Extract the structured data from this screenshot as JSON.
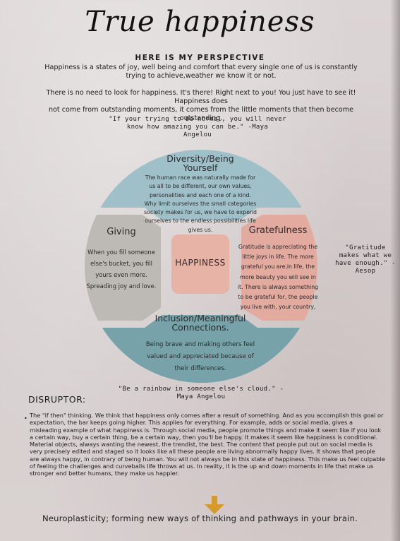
{
  "title": "True happiness",
  "subtitle": "HERE IS MY PERSPECTIVE",
  "intro": [
    "Happiness is a states of joy, well being and comfort that every single one of us is constantly",
    "trying to achieve,weather we know it or not."
  ],
  "paragraph2": [
    "There is no need to look for happiness. It's there! Right next to you! You just have to see it! Happiness does",
    "not come from outstanding moments, it comes from the little moments that then become outstanding."
  ],
  "quotes": {
    "top": [
      "\"If your trying to be normal, you will never",
      "know how amazing you can be.\" -Maya",
      "Angelou"
    ],
    "right": [
      "\"Gratitude",
      "makes what we",
      "have enough.\" -",
      "Aesop"
    ],
    "bottom": [
      "\"Be a rainbow in someone else's cloud.\" -",
      "Maya Angelou"
    ]
  },
  "diagram": {
    "center": "HAPPINESS",
    "top": {
      "title": [
        "Diversity/Being",
        "Yourself"
      ],
      "body": [
        "The human race was naturally made for",
        "us all to be different, our own values,",
        "personalities and each one of a kind.",
        "Why limit ourselves the small categories",
        "society makes for us, we have to expend",
        "ourselves to the endless possibilities life",
        "gives us."
      ]
    },
    "left": {
      "title": "Giving",
      "body": [
        "When you fill someone",
        "else's bucket, you fill",
        "yours even more.",
        "Spreading joy and love."
      ]
    },
    "right": {
      "title": "Gratefulness",
      "body": [
        "Gratitude is appreciating the",
        "little joys in life. The more",
        "grateful you are,in life, the",
        "more beauty you will see in",
        "it. There is always something",
        "to be grateful for, the people",
        "you live with, your country,"
      ]
    },
    "bottom": {
      "title": [
        "Inclusion/Meaningful",
        "Connections."
      ],
      "body": [
        "Being brave and making others feel",
        "valued and appreciated because of",
        "their differences."
      ]
    },
    "colors": {
      "top": "#9fc0c9",
      "left": "#bdbab5",
      "right": "#e3aaa0",
      "bottom": "#77a2a9",
      "center": "#e7b3a7"
    }
  },
  "disruptor": {
    "heading": "DISRUPTOR:",
    "bullet": "•",
    "lines": [
      "The \"if then\" thinking. We think that happiness only comes after a result of something. And as you accomplish this goal or",
      "expectation, the bar keeps going higher. This applies for everything. For example, adds or social media, gives a",
      "misleading example of what happiness is. Through social media, people promote things and make it seem like if you look",
      "a certain way, buy a certain thing, be a certain way, then you'll be happy. It makes it seem like happiness is conditional.",
      "Material objects, always wanting the newest, the trendist, the best. The content that people put out on social media is",
      "very precisely edited and staged so it looks like all these people are living abnormally happy lives. It shows that people",
      "are always happy, in contrary of being human. You will not always be in this state of happiness. This make us feel culpable",
      "of feeling the challenges and curveballs life throws at us. In reality, it is the up and down moments in life that make us",
      "stronger and better humans, they make us happier."
    ]
  },
  "arrow": {
    "icon": "arrow-down-icon",
    "color": "#d49a2e"
  },
  "footer": "Neuroplasticity; forming new ways of thinking and pathways in your brain."
}
